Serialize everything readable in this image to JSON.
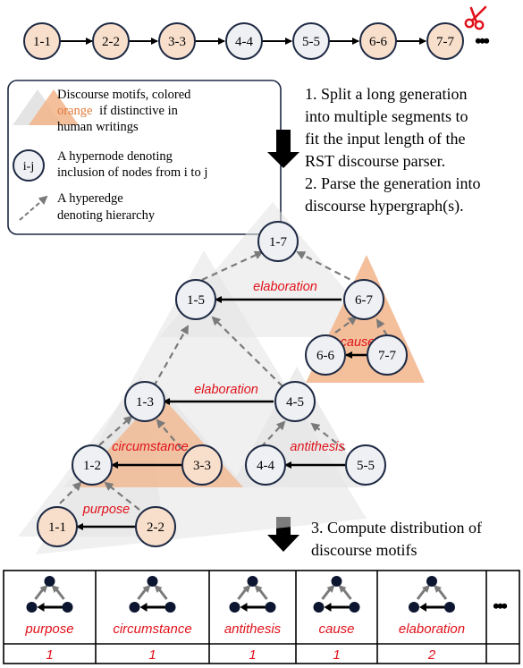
{
  "segments": [
    "1-1",
    "2-2",
    "3-3",
    "4-4",
    "5-5",
    "6-6",
    "7-7"
  ],
  "segments_more": "•••",
  "legend": {
    "motif_line1": "Discourse motifs, colored",
    "motif_orange": "orange",
    "motif_line2_rest": "if distinctive in",
    "motif_line3": "human writings",
    "node_glyph": "i-j",
    "node_line1": "A hypernode denoting",
    "node_line2": "inclusion of nodes from i to j",
    "edge_line1": "A hyperedge",
    "edge_line2": "denoting hierarchy"
  },
  "steps": {
    "s1_l1": "1. Split a long generation",
    "s1_l2": "into multiple segments to",
    "s1_l3": "fit the input length of the",
    "s1_l4": "RST discourse parser.",
    "s2_l1": "2. Parse the generation into",
    "s2_l2": "discourse hypergraph(s).",
    "s3_l1": "3. Compute distribution of",
    "s3_l2": "discourse motifs"
  },
  "tree": {
    "nodes": {
      "n17": "1-7",
      "n15": "1-5",
      "n67": "6-7",
      "n66": "6-6",
      "n77": "7-7",
      "n13": "1-3",
      "n45": "4-5",
      "n12": "1-2",
      "n33": "3-3",
      "n44": "4-4",
      "n55": "5-5",
      "n11": "1-1",
      "n22": "2-2"
    },
    "relations": {
      "r_elab_top": "elaboration",
      "r_cause": "cause",
      "r_elab_mid": "elaboration",
      "r_circ": "circumstance",
      "r_anti": "antithesis",
      "r_purpose": "purpose"
    }
  },
  "motif_table": {
    "columns": [
      "purpose",
      "circumstance",
      "antithesis",
      "cause",
      "elaboration"
    ],
    "counts": [
      "1",
      "1",
      "1",
      "1",
      "2"
    ],
    "more": "•••"
  },
  "colors": {
    "node_fill_orange": "#f8dfcc",
    "node_fill_gray": "#eef0f3",
    "node_stroke": "#1e2a44",
    "motif_orange": "#f2b48a",
    "motif_gray": "#e4e4e4",
    "relation_red": "#e0121b",
    "scissors_red": "#e0121b"
  }
}
